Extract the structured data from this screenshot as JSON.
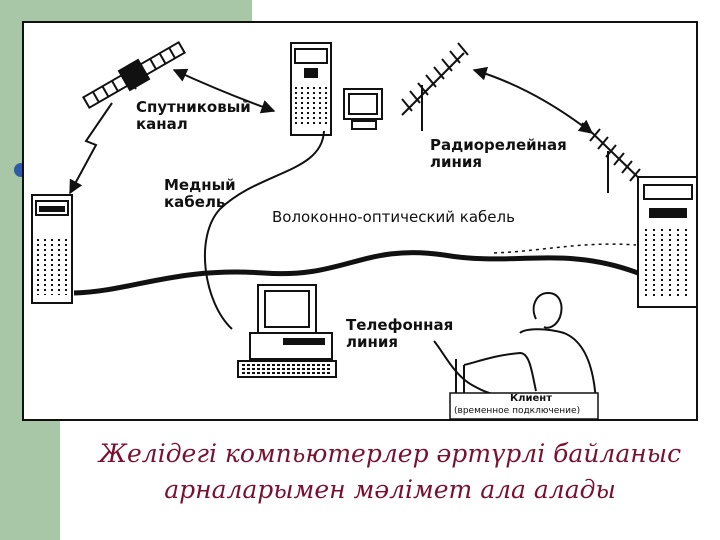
{
  "diagram": {
    "labels": {
      "satellite": "Спутниковый\nканал",
      "copper": "Медный\nкабель",
      "fiber": "Волоконно-оптический кабель",
      "radio": "Радиорелейная\nлиния",
      "phone": "Телефонная\nлиния",
      "client": "Клиент",
      "client_note": "(временное подключение)"
    }
  },
  "caption": {
    "line1": "Желідегі компьютерлер әртүрлі байланыс",
    "line2": "арналарымен мәлімет ала алады"
  },
  "colors": {
    "accent": "#a7c7a6",
    "bullet": "#2f5aa8",
    "caption": "#7a1030"
  }
}
